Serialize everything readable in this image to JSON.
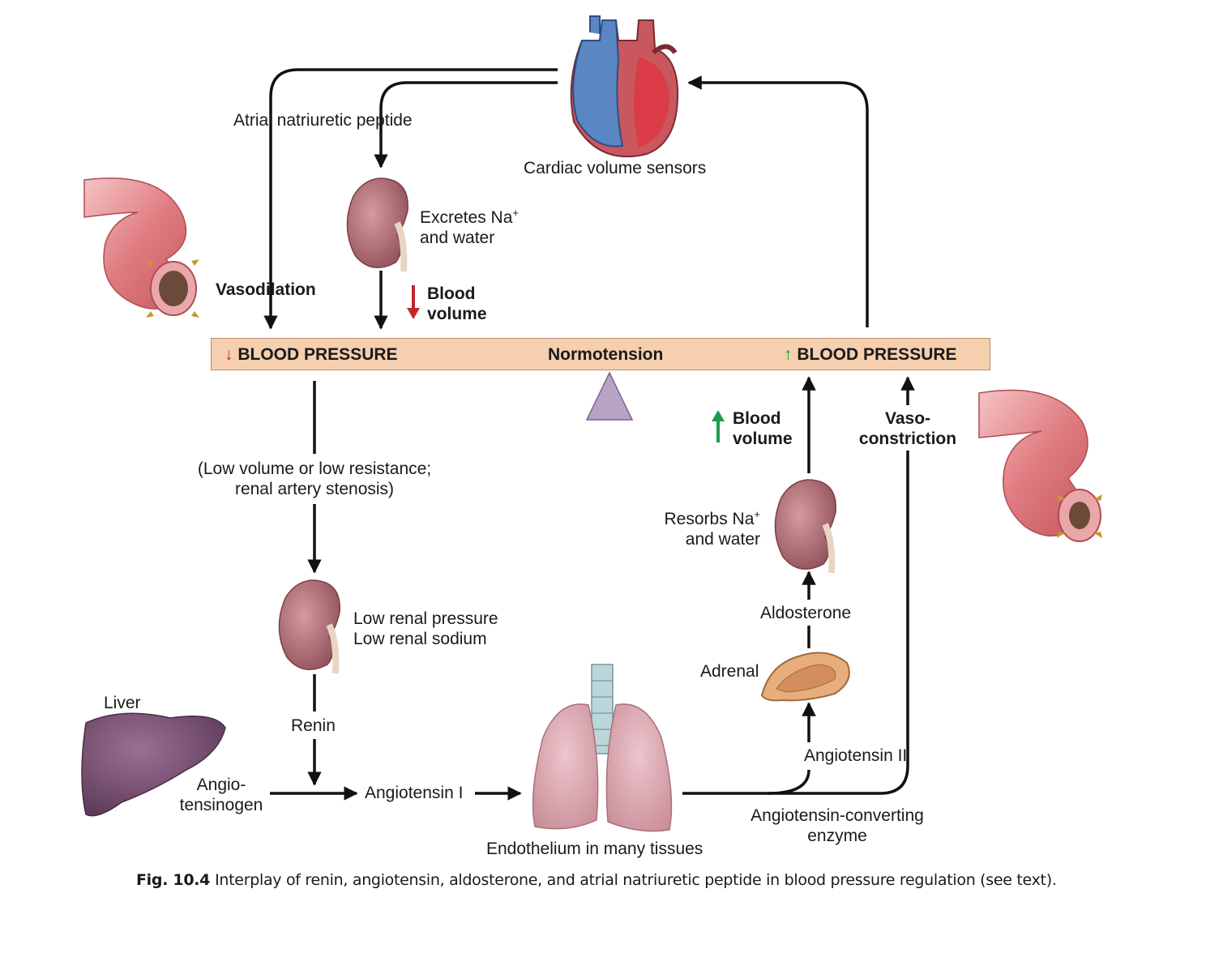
{
  "bar": {
    "low_bp": "BLOOD PRESSURE",
    "normal": "Normotension",
    "high_bp": "BLOOD PRESSURE"
  },
  "labels": {
    "anp": "Atrial natriuretic peptide",
    "cardiac_sensors": "Cardiac volume sensors",
    "excretes_line1": "Excretes Na",
    "excretes_sup": "+",
    "excretes_line2": "and water",
    "vasodilation": "Vasodilation",
    "blood_volume_down_1": "Blood",
    "blood_volume_down_2": "volume",
    "low_volume_1": "(Low volume or low resistance;",
    "low_volume_2": "renal artery stenosis)",
    "low_renal_pressure": "Low renal pressure",
    "low_renal_sodium": "Low renal sodium",
    "renin": "Renin",
    "liver": "Liver",
    "angiotensinogen_1": "Angio-",
    "angiotensinogen_2": "tensinogen",
    "angiotensin_1": "Angiotensin I",
    "endothelium": "Endothelium in many tissues",
    "ace_1": "Angiotensin-converting",
    "ace_2": "enzyme",
    "angiotensin_2": "Angiotensin II",
    "adrenal": "Adrenal",
    "aldosterone": "Aldosterone",
    "resorbs_line1": "Resorbs Na",
    "resorbs_sup": "+",
    "resorbs_line2": "and water",
    "blood_volume_up_1": "Blood",
    "blood_volume_up_2": "volume",
    "vaso_1": "Vaso-",
    "vaso_2": "constriction"
  },
  "caption": {
    "fig": "Fig. 10.4",
    "text": "Interplay of renin, angiotensin, aldosterone, and atrial natriuretic peptide in blood pressure regulation (see text)."
  },
  "colors": {
    "bar_fill": "#f6cfae",
    "down_arrow": "#c0262d",
    "up_arrow": "#1f9a4e",
    "kidney": "#b5757d",
    "liver": "#7a5275",
    "vessel": "#e27d80",
    "fulcrum": "#b9a3c4"
  },
  "icons": [
    "heart-icon",
    "kidney-icon",
    "vessel-icon",
    "lungs-icon",
    "liver-icon",
    "adrenal-icon"
  ]
}
